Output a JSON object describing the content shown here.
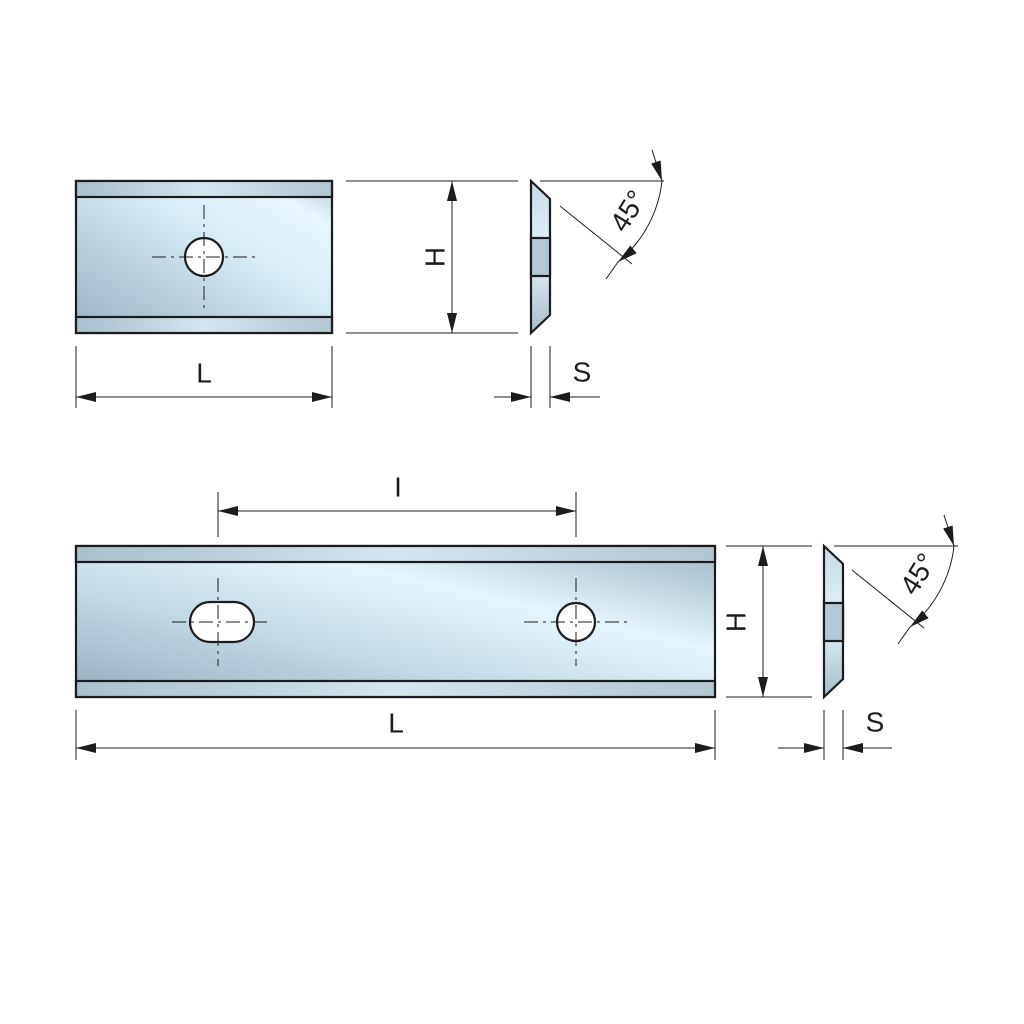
{
  "labels": {
    "length": "L",
    "height": "H",
    "thickness": "S",
    "hole_spacing": "I",
    "angle": "45°"
  },
  "colors": {
    "line": "#1c1c1e",
    "steel_light": "#e6f4fb",
    "steel_dark": "#8fa7b6",
    "bevel": "#b9cbd6"
  }
}
